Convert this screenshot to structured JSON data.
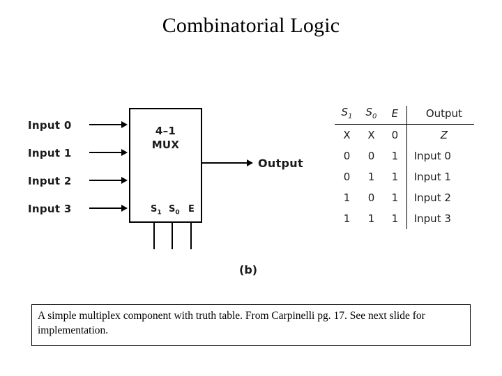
{
  "slide": {
    "title": "Combinatorial Logic"
  },
  "figure": {
    "block_label_line1": "4–1",
    "block_label_line2": "MUX",
    "inputs": [
      {
        "label": "Input 0",
        "port": "0"
      },
      {
        "label": "Input 1",
        "port": "1"
      },
      {
        "label": "Input 2",
        "port": "2"
      },
      {
        "label": "Input 3",
        "port": "3"
      }
    ],
    "selects": [
      "S",
      "S",
      "E"
    ],
    "select_subs": [
      "1",
      "0",
      ""
    ],
    "output_label": "Output",
    "subcaption": "(b)"
  },
  "truth_table": {
    "headers": [
      "S",
      "S",
      "E",
      "Output"
    ],
    "header_subs": [
      "1",
      "0",
      "",
      ""
    ],
    "rows": [
      {
        "s1": "X",
        "s0": "X",
        "e": "0",
        "out": "Z",
        "out_italic": true
      },
      {
        "s1": "0",
        "s0": "0",
        "e": "1",
        "out": "Input 0",
        "out_italic": false
      },
      {
        "s1": "0",
        "s0": "1",
        "e": "1",
        "out": "Input 1",
        "out_italic": false
      },
      {
        "s1": "1",
        "s0": "0",
        "e": "1",
        "out": "Input 2",
        "out_italic": false
      },
      {
        "s1": "1",
        "s0": "1",
        "e": "1",
        "out": "Input 3",
        "out_italic": false
      }
    ]
  },
  "note": {
    "text": "A simple multiplex component with truth table. From Carpinelli pg. 17. See next slide for implementation."
  }
}
